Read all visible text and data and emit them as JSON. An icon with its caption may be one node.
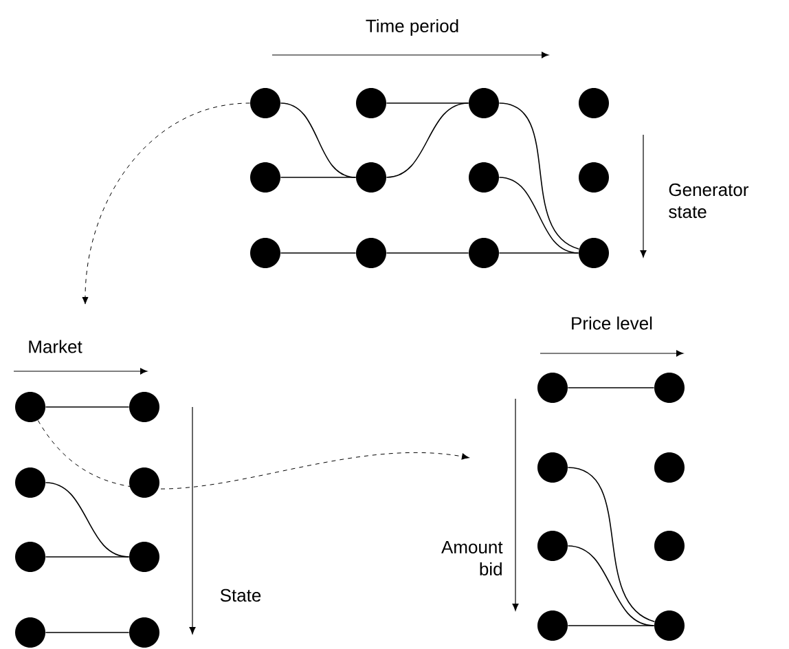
{
  "diagram": {
    "nodes": [
      {
        "text": [],
        "shape": "circle"
      },
      {
        "text": [],
        "shape": "circle"
      },
      {
        "text": [],
        "shape": "circle"
      },
      {
        "text": [],
        "shape": "circle"
      },
      {
        "text": [],
        "shape": "circle"
      },
      {
        "text": [],
        "shape": "circle"
      },
      {
        "text": [],
        "shape": "circle"
      },
      {
        "text": [],
        "shape": "circle"
      },
      {
        "text": [],
        "shape": "circle"
      },
      {
        "text": [],
        "shape": "circle"
      },
      {
        "text": [],
        "shape": "circle"
      },
      {
        "text": [],
        "shape": "circle"
      },
      {
        "text": [],
        "shape": "circle"
      },
      {
        "text": [],
        "shape": "circle"
      },
      {
        "text": [],
        "shape": "circle"
      },
      {
        "text": [],
        "shape": "circle"
      },
      {
        "text": [],
        "shape": "circle"
      },
      {
        "text": [],
        "shape": "circle"
      },
      {
        "text": [],
        "shape": "circle"
      },
      {
        "text": [],
        "shape": "circle"
      },
      {
        "text": [],
        "shape": "circle"
      },
      {
        "text": [],
        "shape": "circle"
      },
      {
        "text": [],
        "shape": "circle"
      },
      {
        "text": [],
        "shape": "circle"
      },
      {
        "text": [],
        "shape": "circle"
      },
      {
        "text": [],
        "shape": "circle"
      },
      {
        "text": [],
        "shape": "circle"
      },
      {
        "text": [],
        "shape": "circle"
      }
    ],
    "edges": [
      {
        "from": 0,
        "to": 5,
        "arrow": "none"
      },
      {
        "from": 1,
        "to": 2,
        "arrow": "none"
      },
      {
        "from": 4,
        "to": 5,
        "arrow": "none"
      },
      {
        "from": 5,
        "to": 2,
        "arrow": "none"
      },
      {
        "from": 2,
        "to": 11,
        "arrow": "none"
      },
      {
        "from": 6,
        "to": 11,
        "arrow": "none"
      },
      {
        "from": 8,
        "to": 9,
        "arrow": "none"
      },
      {
        "from": 9,
        "to": 10,
        "arrow": "none"
      },
      {
        "from": 10,
        "to": 11,
        "arrow": "none"
      },
      {
        "from": 12,
        "to": 13,
        "arrow": "none"
      },
      {
        "from": 14,
        "to": 17,
        "arrow": "none"
      },
      {
        "from": 16,
        "to": 17,
        "arrow": "none"
      },
      {
        "from": 18,
        "to": 19,
        "arrow": "none"
      },
      {
        "from": 20,
        "to": 21,
        "arrow": "none"
      },
      {
        "from": 22,
        "to": 27,
        "arrow": "none"
      },
      {
        "from": 24,
        "to": 27,
        "arrow": "none"
      },
      {
        "from": 26,
        "to": 27,
        "arrow": "none"
      },
      {
        "from": 0,
        "to": null,
        "arrow": "to",
        "style": "dashed"
      },
      {
        "from": 12,
        "to": null,
        "arrow": "to",
        "style": "dashed"
      }
    ],
    "labels": [
      "Time period",
      "Generator state",
      "Market",
      "Price level",
      "Amount bid",
      "State"
    ]
  }
}
